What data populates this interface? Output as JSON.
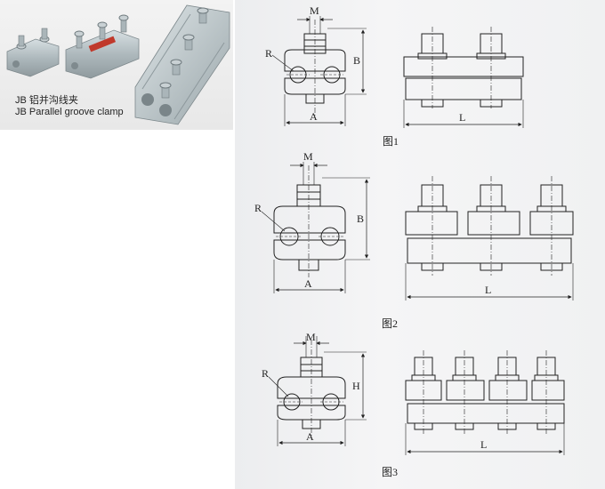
{
  "product": {
    "caption_cn": "JB 铝并沟线夹",
    "caption_en": "JB Parallel groove clamp"
  },
  "figures": [
    {
      "label": "图1",
      "dims": {
        "top": "M",
        "side": "B",
        "radius": "R",
        "bottom": "A",
        "length": "L"
      },
      "bolts": 2
    },
    {
      "label": "图2",
      "dims": {
        "top": "M",
        "side": "B",
        "radius": "R",
        "bottom": "A",
        "length": "L"
      },
      "bolts": 3
    },
    {
      "label": "图3",
      "dims": {
        "top": "M",
        "side": "H",
        "radius": "R",
        "bottom": "A",
        "length": "L"
      },
      "bolts": 4
    }
  ],
  "colors": {
    "photo_bg": "#ebebeb",
    "sheet_bg": "#f0f1f2",
    "line": "#222222",
    "clamp_metal": "#b9c3c7",
    "accent_label": "#c0392b"
  }
}
